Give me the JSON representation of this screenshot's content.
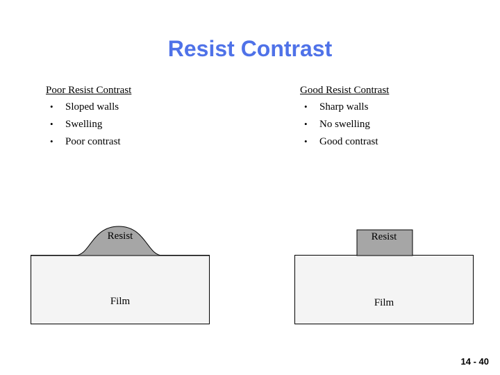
{
  "slide": {
    "title": "Resist Contrast",
    "page_number": "14 - 40",
    "accent_color": "#4f72e8",
    "resist_fill": "#a6a6a6",
    "film_fill": "#f4f4f4"
  },
  "columns": [
    {
      "heading": "Poor Resist Contrast",
      "bullet_glyph": "•",
      "items": [
        "Sloped walls",
        "Swelling",
        "Poor contrast"
      ]
    },
    {
      "heading": "Good Resist Contrast",
      "bullet_glyph": "•",
      "items": [
        "Sharp walls",
        "No swelling",
        "Good contrast"
      ]
    }
  ],
  "diagrams": [
    {
      "name": "poor-contrast-diagram",
      "resist_label": "Resist",
      "film_label": "Film",
      "profile": "rounded-sloped-mound"
    },
    {
      "name": "good-contrast-diagram",
      "resist_label": "Resist",
      "film_label": "Film",
      "profile": "vertical-wall-block"
    }
  ]
}
